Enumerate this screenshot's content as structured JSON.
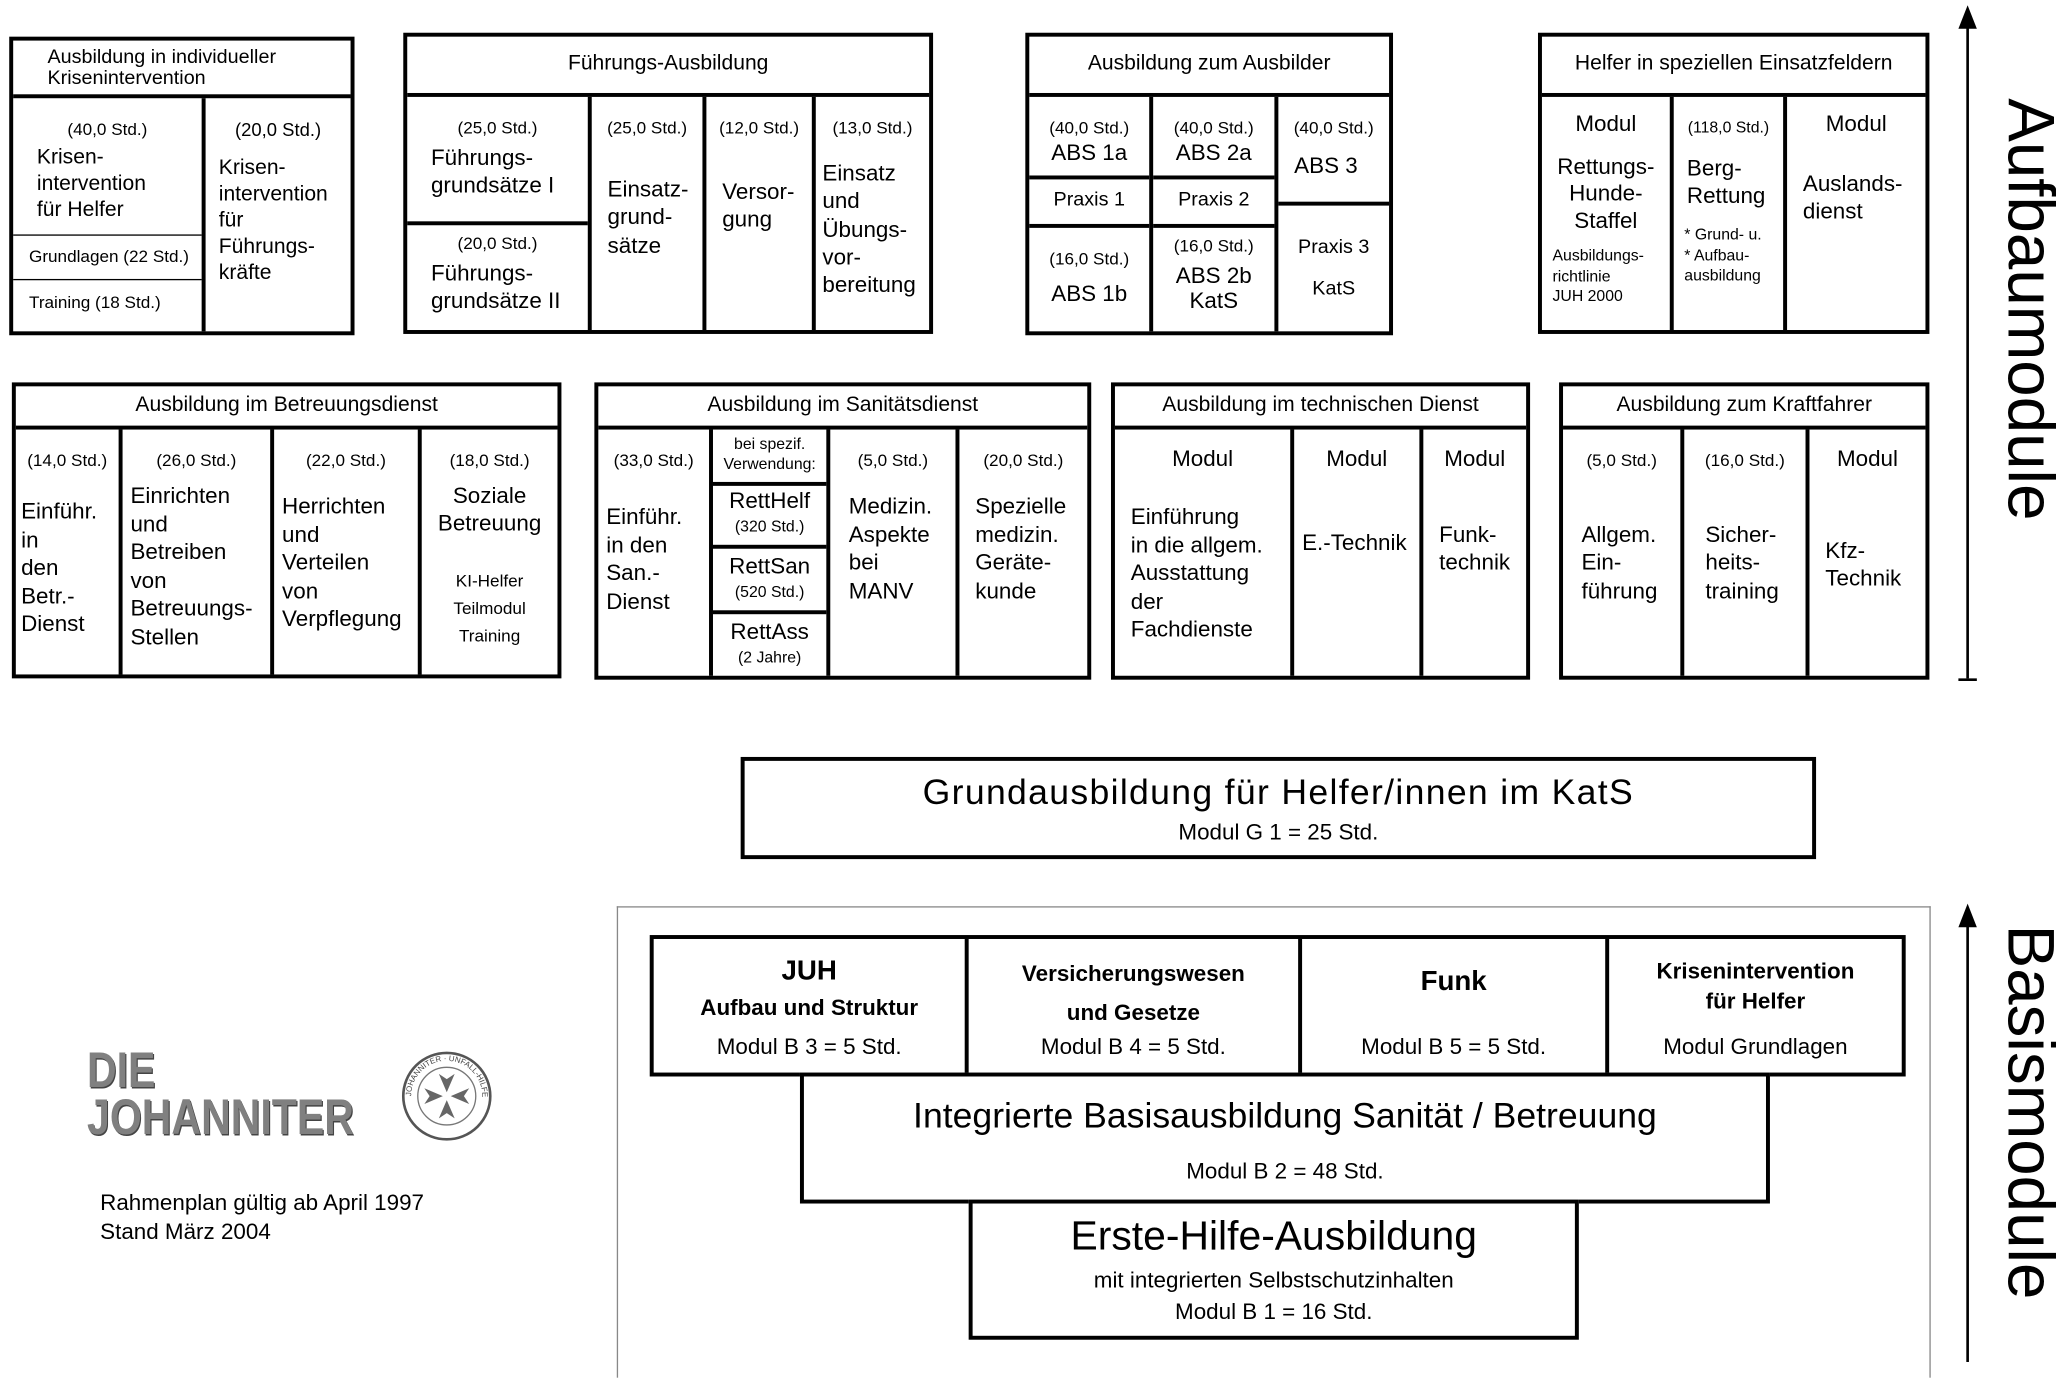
{
  "aufbau": {
    "krisen": {
      "title": "Ausbildung in individueller\nKrisenintervention",
      "col1_hours": "(40,0 Std.)",
      "col1_text": "Krisen-\nintervention\n für   Helfer",
      "col1_sub1": "Grundlagen (22 Std.)",
      "col1_sub2": "Training (18 Std.)",
      "col2_hours": "(20,0 Std.)",
      "col2_text": "Krisen-\nintervention\n      für\nFührungs-\n  kräfte"
    },
    "fuehrung": {
      "title": "Führungs-Ausbildung",
      "c1a_hours": "(25,0 Std.)",
      "c1a_text": "Führungs-\ngrundsätze I",
      "c1b_hours": "(20,0 Std.)",
      "c1b_text": "Führungs-\ngrundsätze II",
      "c2_hours": "(25,0 Std.)",
      "c2_text": "Einsatz-\ngrund-\nsätze",
      "c3_hours": "(12,0 Std.)",
      "c3_text": "Versor-\ngung",
      "c4_hours": "(13,0 Std.)",
      "c4_text": "Einsatz\nund\nÜbungs-\nvor-\nbereitung"
    },
    "ausbilder": {
      "title": "Ausbildung zum Ausbilder",
      "abs1a_hours": "(40,0 Std.)",
      "abs1a": "ABS 1a",
      "abs2a_hours": "(40,0 Std.)",
      "abs2a": "ABS 2a",
      "abs3_hours": "(40,0 Std.)",
      "abs3": "ABS 3",
      "praxis1": "Praxis 1",
      "praxis2": "Praxis 2",
      "praxis3": "Praxis 3",
      "abs1b_hours": "(16,0 Std.)",
      "abs1b": "ABS 1b",
      "abs2b_hours": "(16,0 Std.)",
      "abs2b": "ABS 2b\nKatS",
      "kats": "KatS"
    },
    "helfer": {
      "title": "Helfer in speziellen Einsatzfeldern",
      "c1_head": "Modul",
      "c1_text": "Rettungs-\nHunde-\nStaffel",
      "c1_small": "Ausbildungs-\nrichtlinie\nJUH 2000",
      "c2_hours": "(118,0 Std.)",
      "c2_text": "Berg-\nRettung",
      "c2_small": "* Grund- u.\n* Aufbau-\n  ausbildung",
      "c3_head": "Modul",
      "c3_text": "Auslands-\ndienst"
    },
    "betreuung": {
      "title": "Ausbildung im Betreuungsdienst",
      "c1_hours": "(14,0 Std.)",
      "c1_text": "Einführ.\nin\nden\nBetr.-\nDienst",
      "c2_hours": "(26,0 Std.)",
      "c2_text": "Einrichten\nund\nBetreiben\nvon\nBetreuungs-\nStellen",
      "c3_hours": "(22,0 Std.)",
      "c3_text": "Herrichten\nund\nVerteilen\nvon\nVerpflegung",
      "c4_hours": "(18,0 Std.)",
      "c4_text": "Soziale\nBetreuung",
      "c4_small": "KI-Helfer\nTeilmodul\nTraining"
    },
    "sanitaet": {
      "title": "Ausbildung im Sanitätsdienst",
      "c1_hours": "(33,0 Std.)",
      "c1_text": "Einführ.\nin den\nSan.-\nDienst",
      "c2_head": "bei spezif.\nVerwendung:",
      "retthelf": "RettHelf",
      "retthelf_hours": "(320 Std.)",
      "rettsan": "RettSan",
      "rettsan_hours": "(520 Std.)",
      "rettass": "RettAss",
      "rettass_hours": "(2 Jahre)",
      "c3_hours": "(5,0 Std.)",
      "c3_text": "Medizin.\nAspekte\nbei\nMANV",
      "c4_hours": "(20,0 Std.)",
      "c4_text": "Spezielle\nmedizin.\nGeräte-\nkunde"
    },
    "technik": {
      "title": "Ausbildung im technischen Dienst",
      "c1_head": "Modul",
      "c1_text": "Einführung\nin die allgem.\nAusstattung\nder\nFachdienste",
      "c2_head": "Modul",
      "c2_text": "E.-Technik",
      "c3_head": "Modul",
      "c3_text": "Funk-\ntechnik"
    },
    "kraftfahrer": {
      "title": "Ausbildung zum Kraftfahrer",
      "c1_hours": "(5,0 Std.)",
      "c1_text": "Allgem.\nEin-\nführung",
      "c2_hours": "(16,0 Std.)",
      "c2_text": "Sicher-\nheits-\ntraining",
      "c3_head": "Modul",
      "c3_text": "Kfz-\nTechnik"
    },
    "label": "Aufbaumodule"
  },
  "grund": {
    "title": "Grundausbildung für Helfer/innen im KatS",
    "modul": "Modul  G 1 = 25 Std."
  },
  "basis": {
    "juh_title": "JUH",
    "juh_sub": "Aufbau und Struktur",
    "juh_modul": "Modul  B 3  =   5 Std.",
    "vers_title": "Versicherungswesen\nund Gesetze",
    "vers_modul": "Modul  B 4   =   5 Std.",
    "funk_title": "Funk",
    "funk_modul": "Modul  B 5   =   5 Std.",
    "krisen_title": "Krisenintervention\nfür Helfer",
    "krisen_modul": "Modul  Grundlagen",
    "integ_title": "Integrierte Basisausbildung  Sanität  /  Betreuung",
    "integ_modul": "Modul  B 2   =  48 Std.",
    "eh_title": "Erste-Hilfe-Ausbildung",
    "eh_sub": "mit integrierten Selbstschutzinhalten",
    "eh_modul": "Modul  B 1  =   16 Std.",
    "label": "Basismodule"
  },
  "logo": {
    "line1": "DIE",
    "line2": "JOHANNITER",
    "seal_text": "JOHANNITER · UNFALL-HILFE"
  },
  "footer": {
    "line1": "Rahmenplan gültig ab April 1997",
    "line2": "Stand März 2004"
  }
}
